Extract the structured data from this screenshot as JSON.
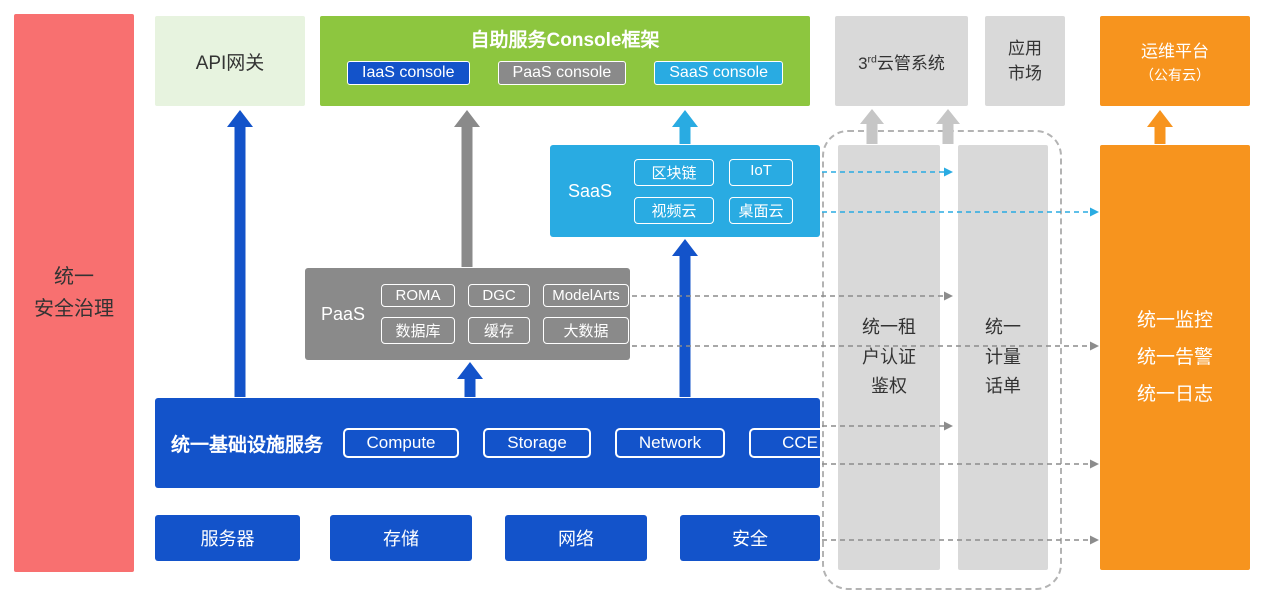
{
  "colors": {
    "red": "#F87070",
    "green": "#8DC63F",
    "green-light": "#E7F3DF",
    "blue": "#1353CA",
    "cyan": "#29ABE2",
    "gray": "#8A8A8A",
    "gray-light": "#D9D9D9",
    "gray-arrow": "#C6C6C6",
    "orange": "#F7941E",
    "dash-gray": "#8C8C8C"
  },
  "security_bar": {
    "label": "统一\n安全治理"
  },
  "api_gateway": {
    "label": "API网关"
  },
  "console": {
    "title": "自助服务Console框架",
    "items": [
      {
        "label": "IaaS console"
      },
      {
        "label": "PaaS console"
      },
      {
        "label": "SaaS console"
      }
    ]
  },
  "cloud_mgmt": {
    "prefix": "3",
    "sup": "rd",
    "rest": "云管系统"
  },
  "app_market": {
    "label": "应用\n市场"
  },
  "ops_platform": {
    "line1": "运维平台",
    "line2": "（公有云）"
  },
  "saas": {
    "label": "SaaS",
    "items": [
      "区块链",
      "IoT",
      "视频云",
      "桌面云"
    ]
  },
  "paas": {
    "label": "PaaS",
    "items": [
      "ROMA",
      "DGC",
      "ModelArts",
      "数据库",
      "缓存",
      "大数据"
    ]
  },
  "infra": {
    "label": "统一基础设施服务",
    "items": [
      "Compute",
      "Storage",
      "Network",
      "CCE"
    ]
  },
  "resources": [
    "服务器",
    "存储",
    "网络",
    "安全"
  ],
  "rails": {
    "auth": "统一租\n户认证\n鉴权",
    "metering": "统一\n计量\n话单"
  },
  "monitoring": {
    "label": "统一监控\n统一告警\n统一日志"
  }
}
